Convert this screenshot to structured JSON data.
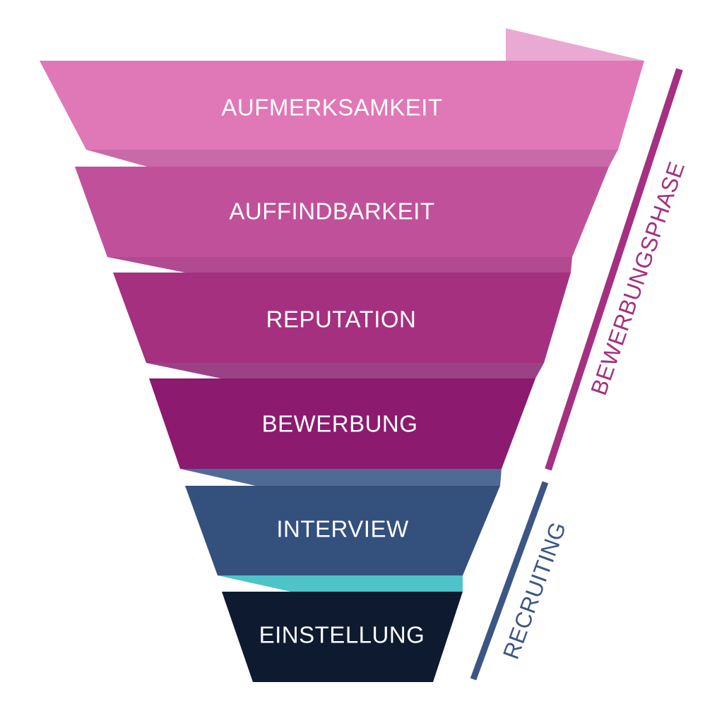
{
  "stages": [
    {
      "label": "AUFMERKSAMKEIT",
      "color": "#E077B7"
    },
    {
      "label": "AUFFINDBARKEIT",
      "color": "#C1509A"
    },
    {
      "label": "REPUTATION",
      "color": "#A5307F"
    },
    {
      "label": "BEWERBUNG",
      "color": "#8C1A6E"
    },
    {
      "label": "INTERVIEW",
      "color": "#34507D"
    },
    {
      "label": "EINSTELLUNG",
      "color": "#0D1A30"
    }
  ],
  "phases": [
    {
      "label": "BEWERBUNGSPHASE",
      "color": "#A5307F"
    },
    {
      "label": "RECRUITING",
      "color": "#3C5585"
    }
  ],
  "colors": {
    "arrow_tip": "#EAA9D2",
    "fold_1": "#C96AA8",
    "fold_2": "#B24A8F",
    "fold_3": "#9B4185",
    "fold_4": "#4F6A95",
    "fold_5": "#4EC3C8"
  }
}
